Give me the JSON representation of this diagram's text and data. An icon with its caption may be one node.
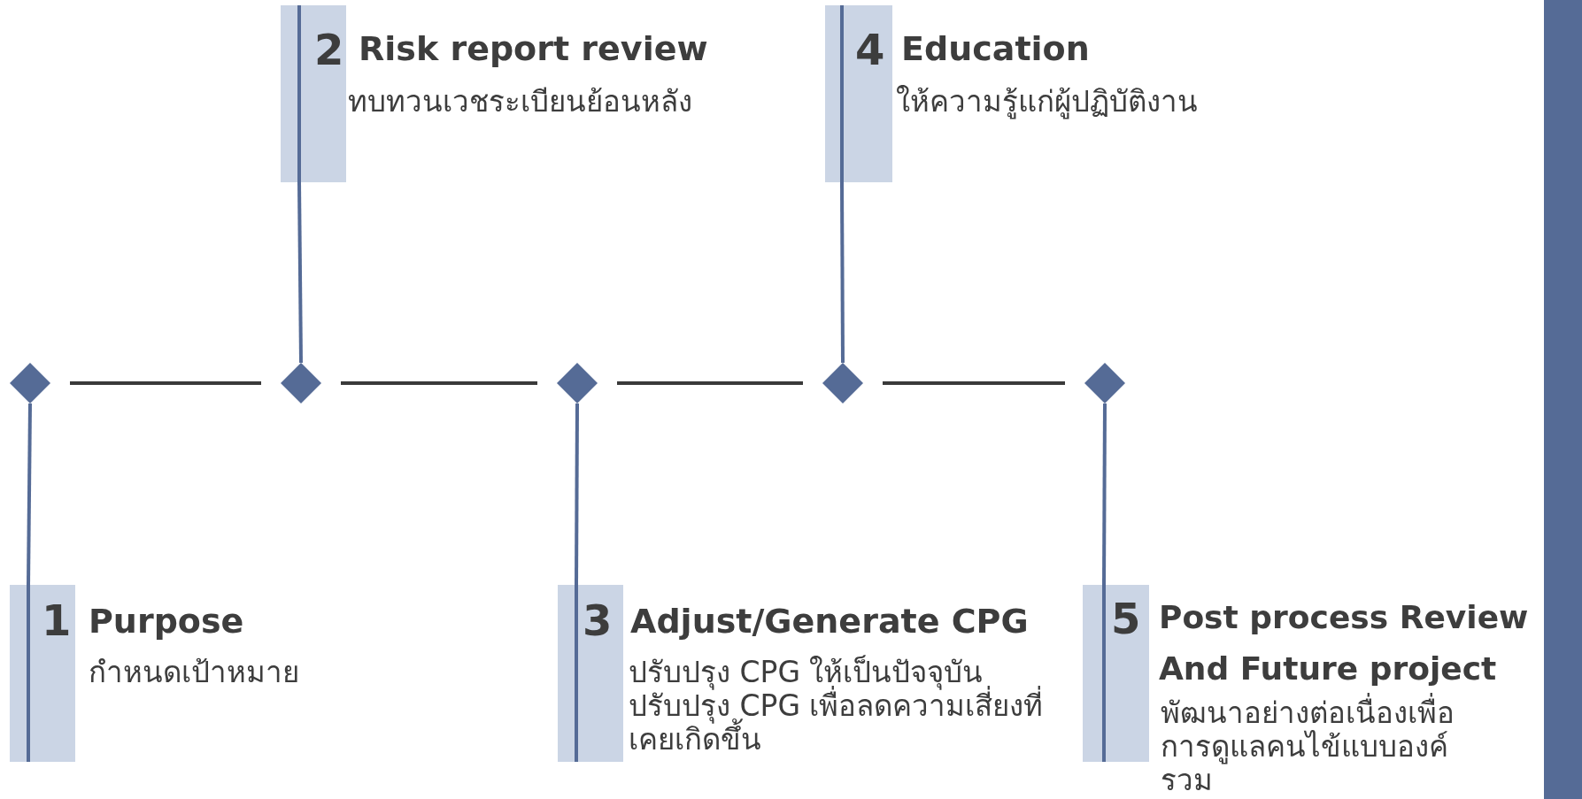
{
  "diagram": {
    "nodes": [
      {
        "text": [
          "1",
          "Purpose",
          "กำหนดเป้าหมาย"
        ]
      },
      {
        "text": [
          "2",
          "Risk report review",
          "ทบทวนเวชระเบียนย้อนหลัง"
        ]
      },
      {
        "text": [
          "3",
          "Adjust/Generate CPG",
          "ปรับปรุง CPG ให้เป็นปัจจุบัน ปรับปรุง CPG เพื่อลดความเสี่ยงที่เคยเกิดขึ้น"
        ]
      },
      {
        "text": [
          "4",
          "Education",
          "ให้ความรู้แก่ผู้ปฏิบัติงาน"
        ]
      },
      {
        "text": [
          "5",
          "Post process Review And Future project",
          "พัฒนาอย่างต่อเนื่องเพื่อการดูแลคนไข้แบบองค์รวม"
        ]
      },
      {
        "text": [],
        "shape": "diamond"
      },
      {
        "text": [],
        "shape": "diamond"
      },
      {
        "text": [],
        "shape": "diamond"
      },
      {
        "text": [],
        "shape": "diamond"
      },
      {
        "text": [],
        "shape": "diamond"
      },
      {
        "text": [],
        "shape": "bar"
      }
    ],
    "edges": [
      {
        "from": 5,
        "to": 6,
        "arrow": "none",
        "color": "#3a3a3a"
      },
      {
        "from": 6,
        "to": 7,
        "arrow": "none",
        "color": "#3a3a3a"
      },
      {
        "from": 7,
        "to": 8,
        "arrow": "none",
        "color": "#3a3a3a"
      },
      {
        "from": 8,
        "to": 9,
        "arrow": "none",
        "color": "#3a3a3a"
      },
      {
        "from": 0,
        "to": 5,
        "arrow": "none"
      },
      {
        "from": 1,
        "to": 6,
        "arrow": "none"
      },
      {
        "from": 2,
        "to": 7,
        "arrow": "none"
      },
      {
        "from": 3,
        "to": 8,
        "arrow": "none"
      },
      {
        "from": 4,
        "to": 9,
        "arrow": "none"
      }
    ]
  }
}
